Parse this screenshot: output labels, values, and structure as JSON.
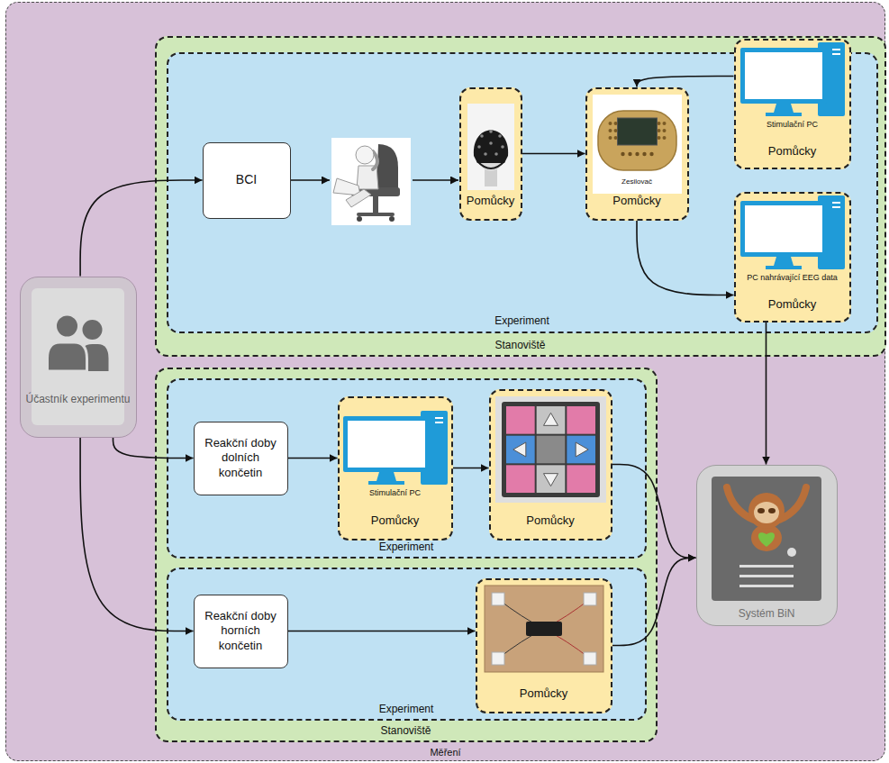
{
  "diagram": {
    "nodes": [
      {
        "text": [
          "Měření"
        ]
      },
      {
        "text": [
          "Stanoviště"
        ],
        "in": 0
      },
      {
        "text": [
          "Experiment"
        ],
        "in": 1
      },
      {
        "text": [
          "BCI"
        ],
        "in": 2
      },
      {
        "text": [
          "Pomůcky"
        ],
        "in": 2
      },
      {
        "text": [
          "Zesilovač",
          "Pomůcky"
        ],
        "in": 2
      },
      {
        "text": [
          "Stimulační PC",
          "Pomůcky"
        ],
        "in": 2
      },
      {
        "text": [
          "PC nahrávající EEG data",
          "Pomůcky"
        ],
        "in": 2
      },
      {
        "text": [
          "Účastník experimentu"
        ],
        "in": 0
      },
      {
        "text": [
          "Stanoviště"
        ],
        "in": 0
      },
      {
        "text": [
          "Experiment"
        ],
        "in": 9
      },
      {
        "text": [
          "Reakční doby dolních končetin"
        ],
        "in": 10
      },
      {
        "text": [
          "Stimulační PC",
          "Pomůcky"
        ],
        "in": 10
      },
      {
        "text": [
          "Pomůcky"
        ],
        "in": 10
      },
      {
        "text": [
          "Experiment"
        ],
        "in": 9
      },
      {
        "text": [
          "Reakční doby horních končetin"
        ],
        "in": 14
      },
      {
        "text": [
          "Pomůcky"
        ],
        "in": 14
      },
      {
        "text": [
          "Systém BiN"
        ],
        "in": 0
      }
    ],
    "edges": [
      {
        "from": 8,
        "to": 3,
        "arrow": "to"
      },
      {
        "from": 4,
        "to": 5,
        "arrow": "to"
      },
      {
        "from": 6,
        "to": 5,
        "arrow": "to"
      },
      {
        "from": 5,
        "to": 7,
        "arrow": "to"
      },
      {
        "from": 7,
        "to": 17,
        "arrow": "to"
      },
      {
        "from": 8,
        "to": 11,
        "arrow": "to"
      },
      {
        "from": 11,
        "to": 12,
        "arrow": "to"
      },
      {
        "from": 12,
        "to": 13,
        "arrow": "to"
      },
      {
        "from": 13,
        "to": 17,
        "arrow": "to"
      },
      {
        "from": 8,
        "to": 15,
        "arrow": "to"
      },
      {
        "from": 15,
        "to": 16,
        "arrow": "to"
      },
      {
        "from": 16,
        "to": 17,
        "arrow": "to"
      }
    ]
  }
}
